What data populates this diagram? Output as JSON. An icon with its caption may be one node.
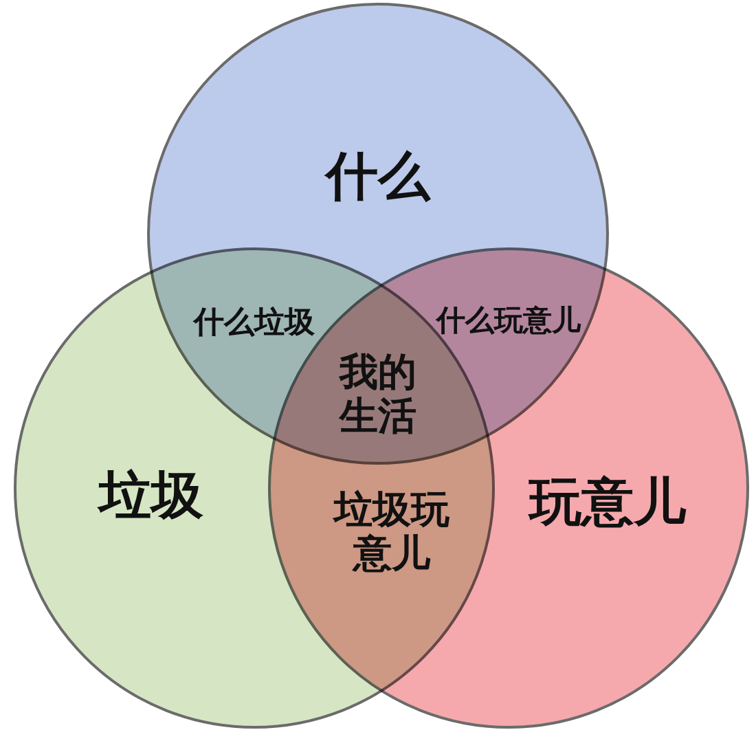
{
  "diagram": {
    "nodes": [
      {
        "text": [
          "什么"
        ]
      },
      {
        "text": [
          "垃圾"
        ]
      },
      {
        "text": [
          "玩意儿"
        ]
      }
    ],
    "labels": [
      "什么垃圾",
      "什么玩意儿",
      "我的生活",
      "垃圾玩意儿"
    ]
  }
}
